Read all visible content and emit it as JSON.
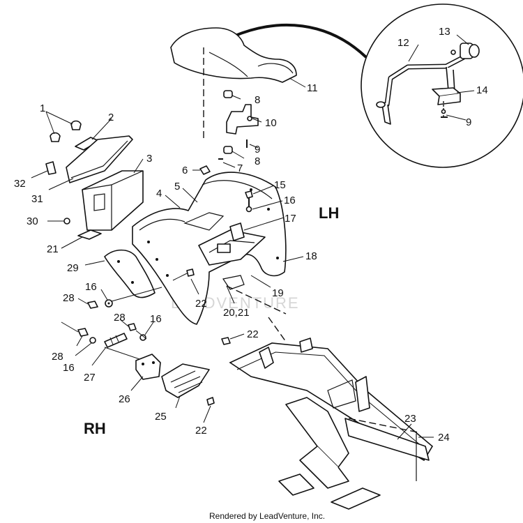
{
  "side_labels": {
    "lh": "LH",
    "rh": "RH"
  },
  "watermark": "LEADVENTURE",
  "footer": "Rendered by LeadVenture, Inc.",
  "callouts": {
    "c1": "1",
    "c2": "2",
    "c3": "3",
    "c4": "4",
    "c5": "5",
    "c6": "6",
    "c7": "7",
    "c8a": "8",
    "c8b": "8",
    "c9a": "9",
    "c9b": "9",
    "c10": "10",
    "c11": "11",
    "c12": "12",
    "c13": "13",
    "c14": "14",
    "c15": "15",
    "c16a": "16",
    "c16b": "16",
    "c16c": "16",
    "c16d": "16",
    "c17": "17",
    "c18": "18",
    "c19": "19",
    "c2021": "20,21",
    "c21": "21",
    "c22a": "22",
    "c22b": "22",
    "c22c": "22",
    "c23": "23",
    "c24": "24",
    "c25": "25",
    "c26": "26",
    "c27": "27",
    "c28a": "28",
    "c28b": "28",
    "c28c": "28",
    "c29": "29",
    "c30": "30",
    "c31": "31",
    "c32": "32"
  }
}
